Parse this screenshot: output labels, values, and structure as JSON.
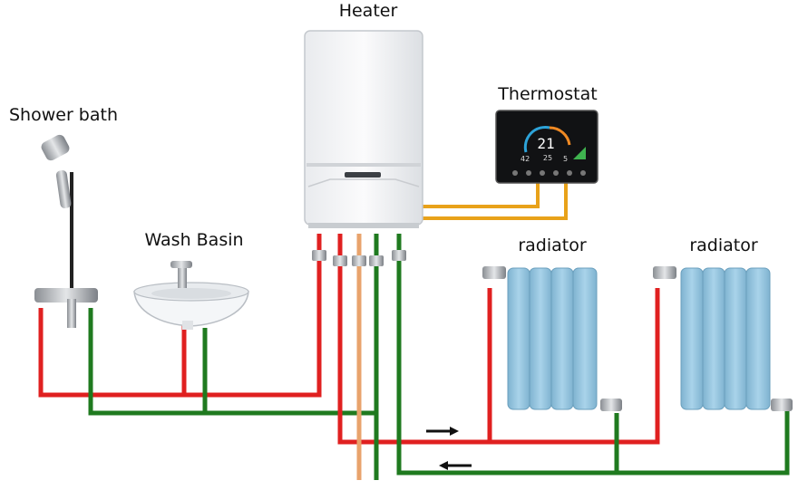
{
  "labels": {
    "heater": "Heater",
    "thermostat": "Thermostat",
    "shower": "Shower bath",
    "basin": "Wash Basin",
    "radiator1": "radiator",
    "radiator2": "radiator"
  },
  "thermostat_display": {
    "temperature": "21",
    "setpoint": "25",
    "humidity": "42",
    "value": "5"
  },
  "colors": {
    "hot_pipe": "#e02020",
    "cold_pipe": "#1f7a1f",
    "gas_pipe": "#e8a36c",
    "thermostat_wire": "#e8a21a",
    "radiator": "#8ec3de"
  }
}
